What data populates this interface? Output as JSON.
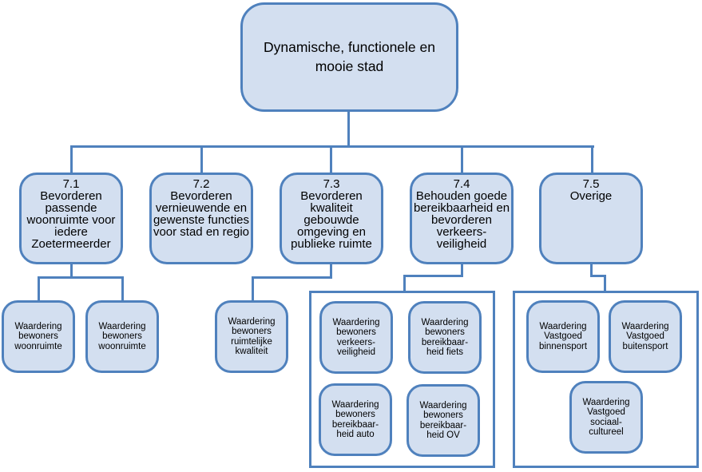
{
  "diagram": {
    "root": {
      "label": "Dynamische, functionele en mooie stad"
    },
    "goals": [
      {
        "number": "7.1",
        "label": "Bevorderen passende woonruimte voor iedere Zoetermeerder",
        "indicators": [
          "Waardering bewoners woonruimte",
          "Waardering bewoners woonruimte"
        ]
      },
      {
        "number": "7.2",
        "label": "Bevorderen vernieuwende en gewenste functies voor stad en regio",
        "indicators": []
      },
      {
        "number": "7.3",
        "label": "Bevorderen kwaliteit gebouwde omgeving en publieke ruimte",
        "indicators": [
          "Waardering bewoners ruimtelijke kwaliteit"
        ]
      },
      {
        "number": "7.4",
        "label": "Behouden goede bereikbaarheid en bevorderen verkeers-veiligheid",
        "indicators": [
          "Waardering bewoners verkeers-veiligheid",
          "Waardering bewoners bereikbaar-heid fiets",
          "Waardering bewoners bereikbaar-heid auto",
          "Waardering bewoners bereikbaar-heid OV"
        ]
      },
      {
        "number": "7.5",
        "label": "Overige",
        "indicators": [
          "Waardering Vastgoed binnensport",
          "Waardering Vastgoed buitensport",
          "Waardering Vastgoed sociaal-cultureel"
        ]
      }
    ]
  },
  "colors": {
    "fill": "#d3dff0",
    "border": "#4f81bd"
  }
}
